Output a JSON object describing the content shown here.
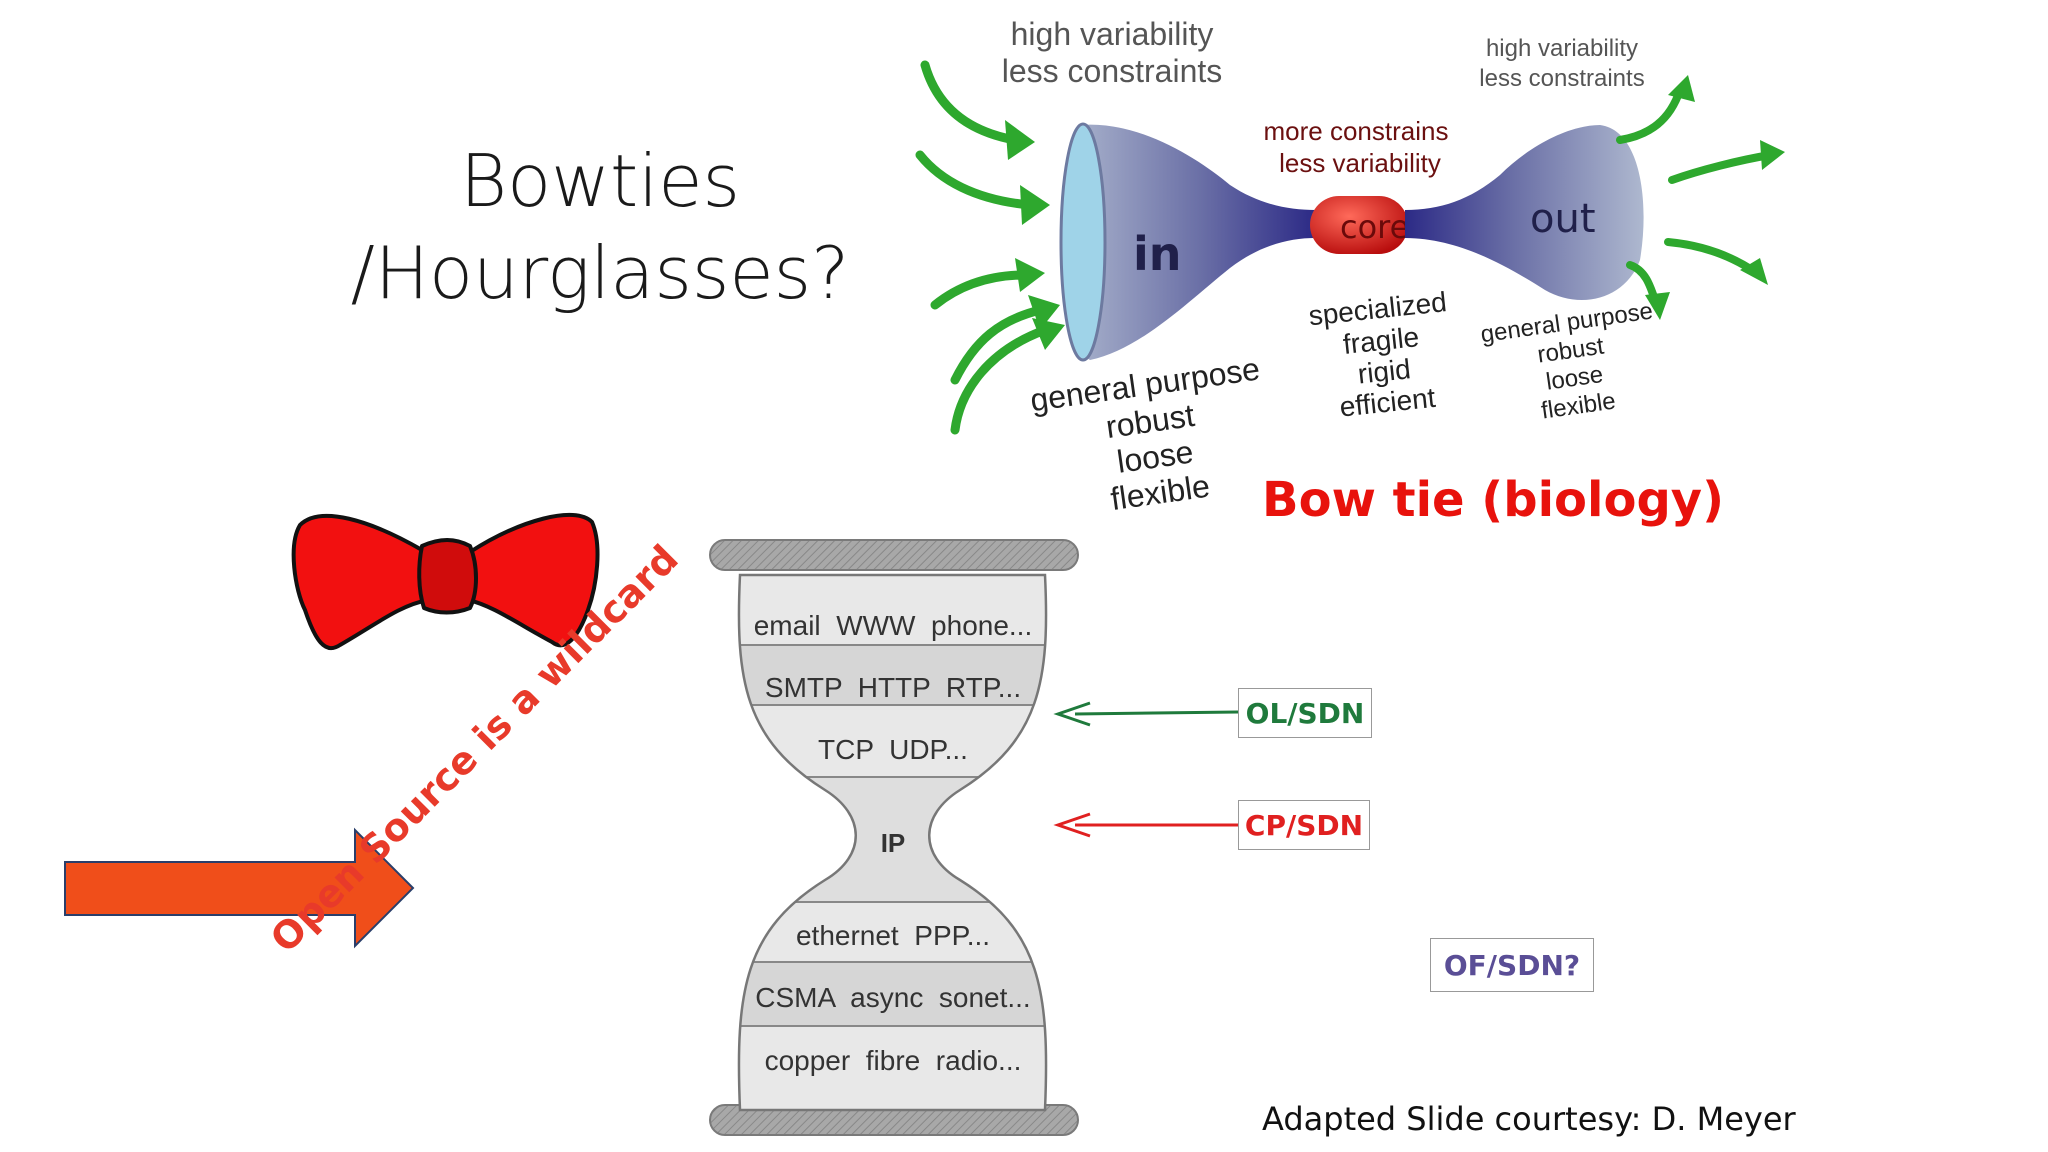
{
  "title": {
    "line1": "Bowties",
    "line2": "/Hourglasses?"
  },
  "bowtie_diagram": {
    "left_top": {
      "line1": "high variability",
      "line2": "less constraints"
    },
    "right_top": {
      "line1": "high variability",
      "line2": "less constraints"
    },
    "core_top": {
      "line1": "more constrains",
      "line2": "less variability"
    },
    "in_label": "in",
    "core_label": "core",
    "out_label": "out",
    "in_bottom": [
      "general purpose",
      "robust",
      "loose",
      "flexible"
    ],
    "core_bottom": [
      "specialized",
      "fragile",
      "rigid",
      "efficient"
    ],
    "out_bottom": [
      "general purpose",
      "robust",
      "loose",
      "flexible"
    ],
    "caption": "Bow tie (biology)"
  },
  "hourglass": {
    "layers": [
      "email  WWW  phone...",
      "SMTP  HTTP  RTP...",
      "TCP  UDP...",
      "IP",
      "ethernet  PPP...",
      "CSMA  async  sonet...",
      "copper  fibre  radio..."
    ]
  },
  "annotations": {
    "ol_sdn": "OL/SDN",
    "cp_sdn": "CP/SDN",
    "of_sdn": "OF/SDN?",
    "wildcard": "Open Source is a wildcard",
    "credit": "Adapted Slide courtesy: D. Meyer"
  },
  "colors": {
    "ol": "#1f7a3c",
    "cp": "#e02020",
    "of": "#5a4e96",
    "arrow": "#f04e1a",
    "bowtie_red": "#f21010",
    "green_arrows": "#2ea82e"
  }
}
